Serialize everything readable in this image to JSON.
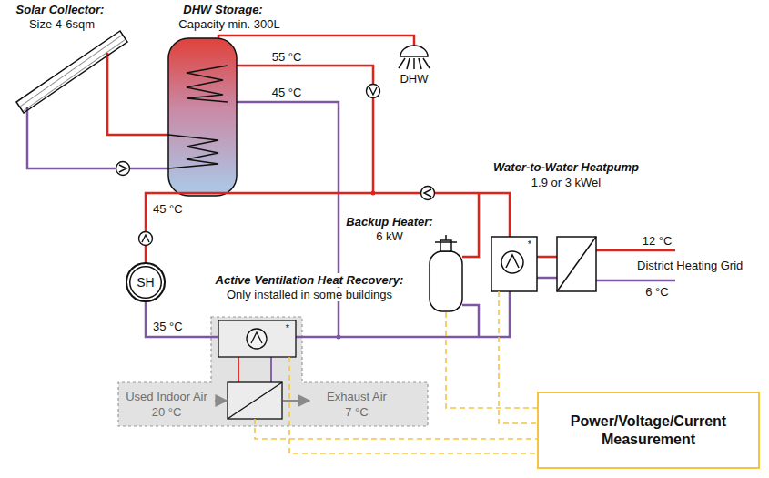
{
  "diagram": {
    "nodes": [
      {
        "text": [
          "SH"
        ]
      },
      {
        "text": [
          "Power/Voltage/Current Measurement"
        ]
      }
    ],
    "labels": [
      "Solar Collector:",
      "Size 4-6sqm",
      "DHW Storage:",
      "Capacity min. 300L",
      "55 °C",
      "45 °C",
      "DHW",
      "Water-to-Water Heatpump",
      "1.9 or 3 kWel",
      "45 °C",
      "Backup Heater:",
      "6 kW",
      "Active Ventilation Heat Recovery:",
      "Only installed in some buildings",
      "35 °C",
      "12 °C",
      "District Heating Grid",
      "6 °C",
      "Used Indoor Air",
      "20 °C",
      "Exhaust Air",
      "7 °C",
      "*",
      "*"
    ]
  }
}
